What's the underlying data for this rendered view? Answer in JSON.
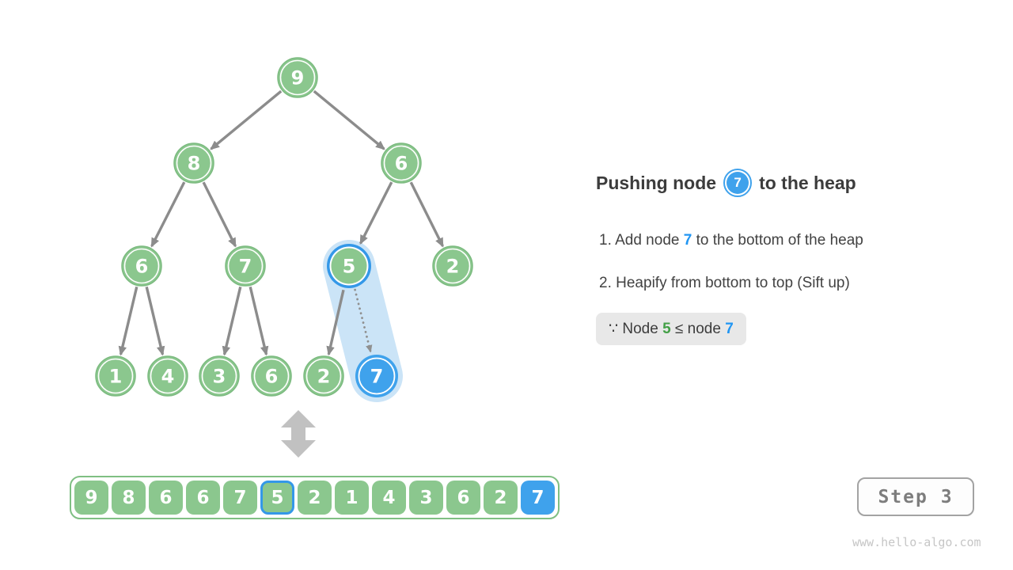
{
  "title": {
    "prefix": "Pushing node",
    "node_value": "7",
    "suffix": "to the heap"
  },
  "steps": [
    {
      "marker": "1.",
      "before": "Add node",
      "value": "7",
      "after": "to the bottom of the heap"
    },
    {
      "marker": "2.",
      "before": "Heapify from bottom to top (Sift up)"
    }
  ],
  "note": {
    "symbol": "∵",
    "before": "Node",
    "left_value": "5",
    "relation": "≤",
    "middle": "node",
    "right_value": "7"
  },
  "tree": {
    "values": [
      "9",
      "8",
      "6",
      "6",
      "7",
      "5",
      "2",
      "1",
      "4",
      "3",
      "6",
      "2",
      "7"
    ]
  },
  "array": {
    "values": [
      "9",
      "8",
      "6",
      "6",
      "7",
      "5",
      "2",
      "1",
      "4",
      "3",
      "6",
      "2",
      "7"
    ],
    "outlined_index": 5,
    "filled_index": 12
  },
  "badge": {
    "label": "Step 3"
  },
  "watermark": "www.hello-algo.com",
  "colors": {
    "node_green": "#8BC78E",
    "node_blue": "#3FA2EC",
    "ring_blue": "#3498E8",
    "capsule_blue": "#CBE4F7",
    "edge_gray": "#8C8C8C",
    "green_text": "#43A047",
    "blue_text": "#2196F3"
  }
}
